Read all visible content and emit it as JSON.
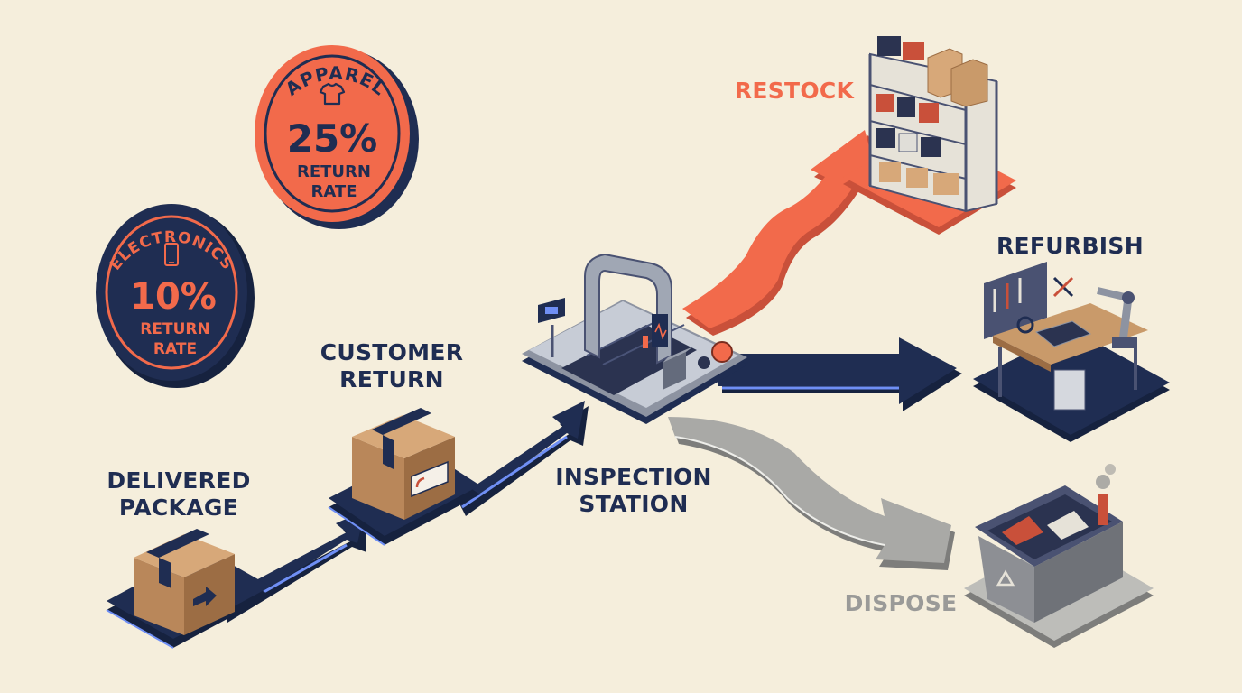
{
  "colors": {
    "background": "#f5eedc",
    "navy": "#1f2d52",
    "orange": "#f26a4b",
    "gray": "#9a9a98",
    "cardboard": "#c99a6a"
  },
  "badges": {
    "apparel": {
      "category": "APPAREL",
      "rate": "25%",
      "line1": "RETURN",
      "line2": "RATE",
      "icon": "tshirt-icon"
    },
    "electronics": {
      "category": "ELECTRONICS",
      "rate": "10%",
      "line1": "RETURN",
      "line2": "RATE",
      "icon": "smartphone-icon"
    }
  },
  "nodes": {
    "delivered": {
      "line1": "DELIVERED",
      "line2": "PACKAGE"
    },
    "customer_return": {
      "line1": "CUSTOMER",
      "line2": "RETURN"
    },
    "inspection": {
      "line1": "INSPECTION",
      "line2": "STATION"
    },
    "restock": {
      "label": "RESTOCK"
    },
    "refurbish": {
      "label": "REFURBISH"
    },
    "dispose": {
      "label": "DISPOSE"
    }
  }
}
